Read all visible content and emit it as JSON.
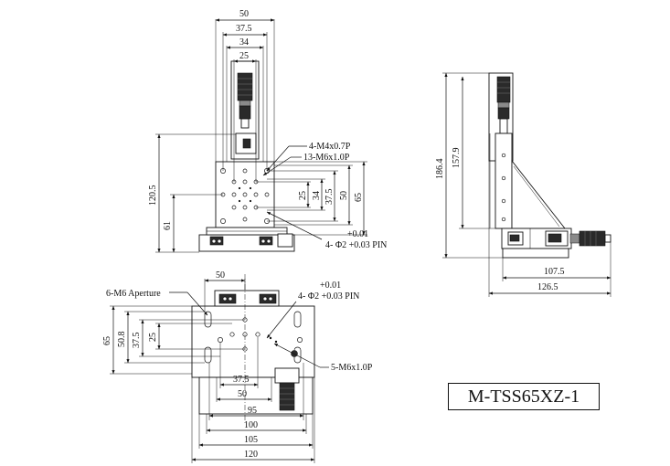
{
  "model": "M-TSS65XZ-1",
  "front_view": {
    "dims_top": [
      "50",
      "37.5",
      "34",
      "25"
    ],
    "dims_vertical": [
      "120.5",
      "61",
      "25",
      "34",
      "37.5",
      "50",
      "65"
    ],
    "callouts": [
      "4-M4x0.7P",
      "13-M6x1.0P"
    ],
    "pin_tol": "+0.01",
    "pin_label": "4- Φ2 +0.03 PIN"
  },
  "side_view": {
    "dims_vertical": [
      "186.4",
      "157.9"
    ],
    "dims_horizontal": [
      "107.5",
      "126.5"
    ]
  },
  "top_view": {
    "dims_top": [
      "50"
    ],
    "aperture_label": "6-M6 Aperture",
    "pin_tol": "+0.01",
    "pin_label": "4- Φ2 +0.03 PIN",
    "dims_vertical": [
      "65",
      "50.8",
      "37.5",
      "25"
    ],
    "thread_label": "5-M6x1.0P",
    "dims_bottom": [
      "37.5",
      "50",
      "95",
      "100",
      "105",
      "120"
    ]
  }
}
